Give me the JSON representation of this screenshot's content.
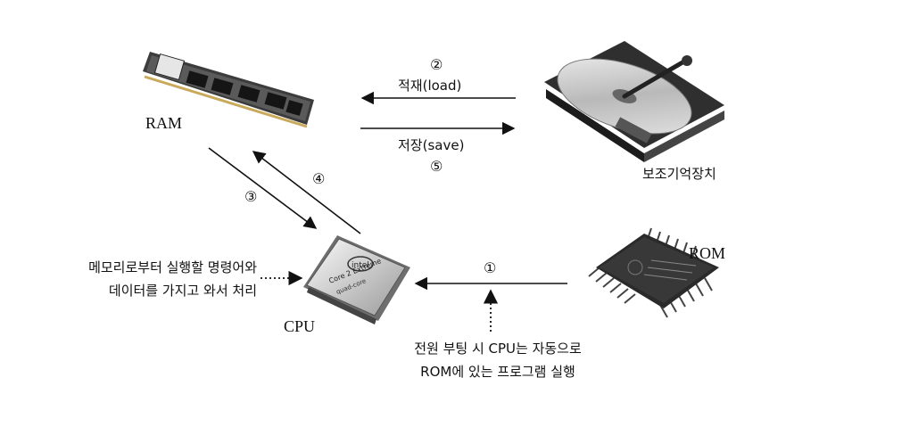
{
  "components": {
    "ram": "RAM",
    "storage": "보조기억장치",
    "rom": "ROM",
    "cpu": "CPU"
  },
  "chip_text": {
    "brand": "intel",
    "line1": "Core 2 Extreme",
    "line2": "quad-core"
  },
  "arrows": {
    "load": {
      "step": "②",
      "label": "적재(load)"
    },
    "save": {
      "step": "⑤",
      "label": "저장(save)"
    },
    "ram_to_cpu": {
      "step": "③"
    },
    "cpu_to_ram": {
      "step": "④"
    },
    "rom_to_cpu": {
      "step": "①"
    }
  },
  "notes": {
    "cpu_process": [
      "메모리로부터 실행할 명령어와",
      "데이터를 가지고 와서 처리"
    ],
    "boot": [
      "전원 부팅 시 CPU는 자동으로",
      "ROM에 있는 프로그램 실행"
    ]
  },
  "colors": {
    "line": "#111111",
    "chip_dark": "#2a2a2a",
    "board": "#3c3c3c"
  }
}
